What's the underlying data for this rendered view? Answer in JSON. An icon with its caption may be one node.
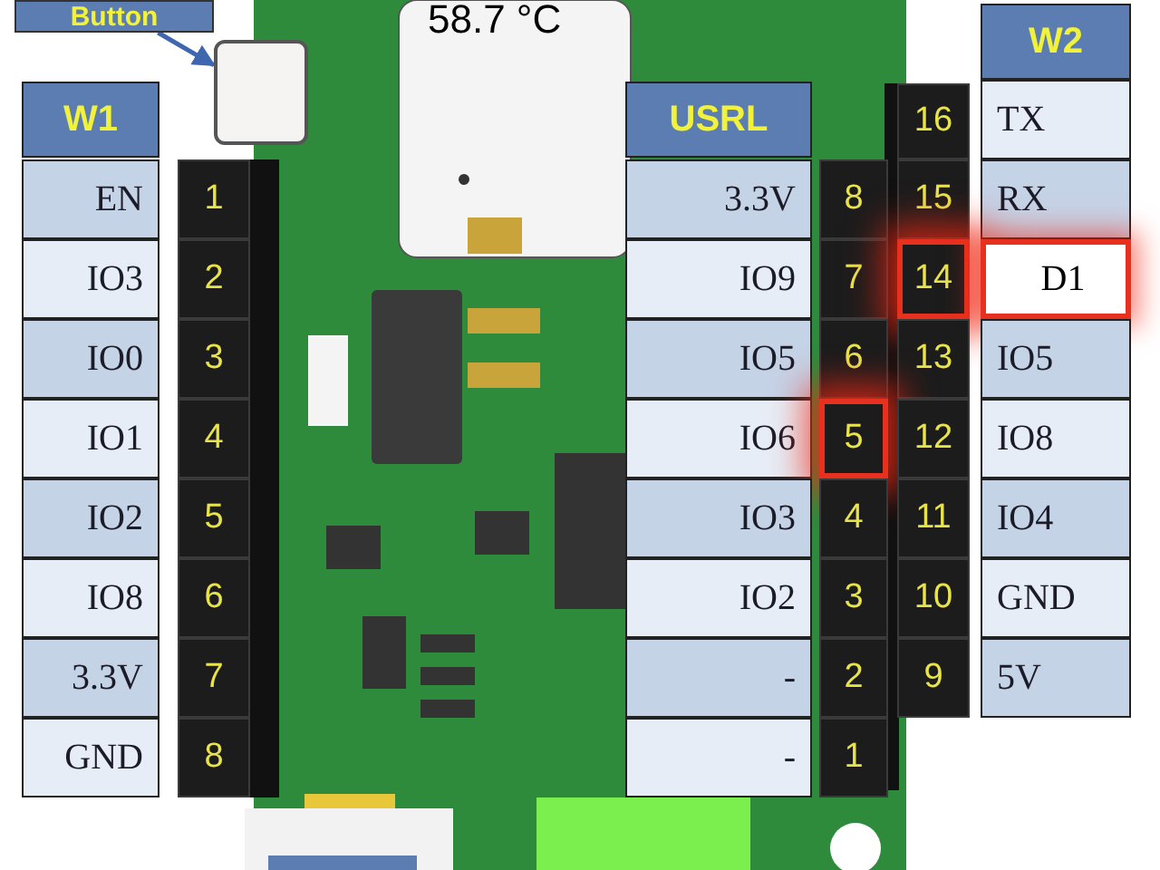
{
  "diagram": {
    "nodes": [
      {
        "text": [
          "Button"
        ]
      },
      {
        "text": [],
        "shape": "box"
      }
    ],
    "edges": [
      {
        "from": 0,
        "to": 1,
        "arrow": "to"
      }
    ],
    "labels": [
      "58.7 °C",
      "W1",
      "EN",
      "1",
      "IO3",
      "2",
      "IO0",
      "3",
      "IO1",
      "4",
      "IO2",
      "5",
      "IO8",
      "6",
      "3.3V",
      "7",
      "GND",
      "8",
      "USRL",
      "W2",
      "16",
      "TX",
      "3.3V",
      "8",
      "15",
      "RX",
      "IO9",
      "7",
      "14",
      "D1",
      "IO5",
      "6",
      "13",
      "IO5",
      "IO6",
      "5",
      "12",
      "IO8",
      "IO3",
      "4",
      "11",
      "IO4",
      "IO2",
      "3",
      "10",
      "GND",
      "-",
      "2",
      "9",
      "5V",
      "-",
      "1"
    ]
  }
}
